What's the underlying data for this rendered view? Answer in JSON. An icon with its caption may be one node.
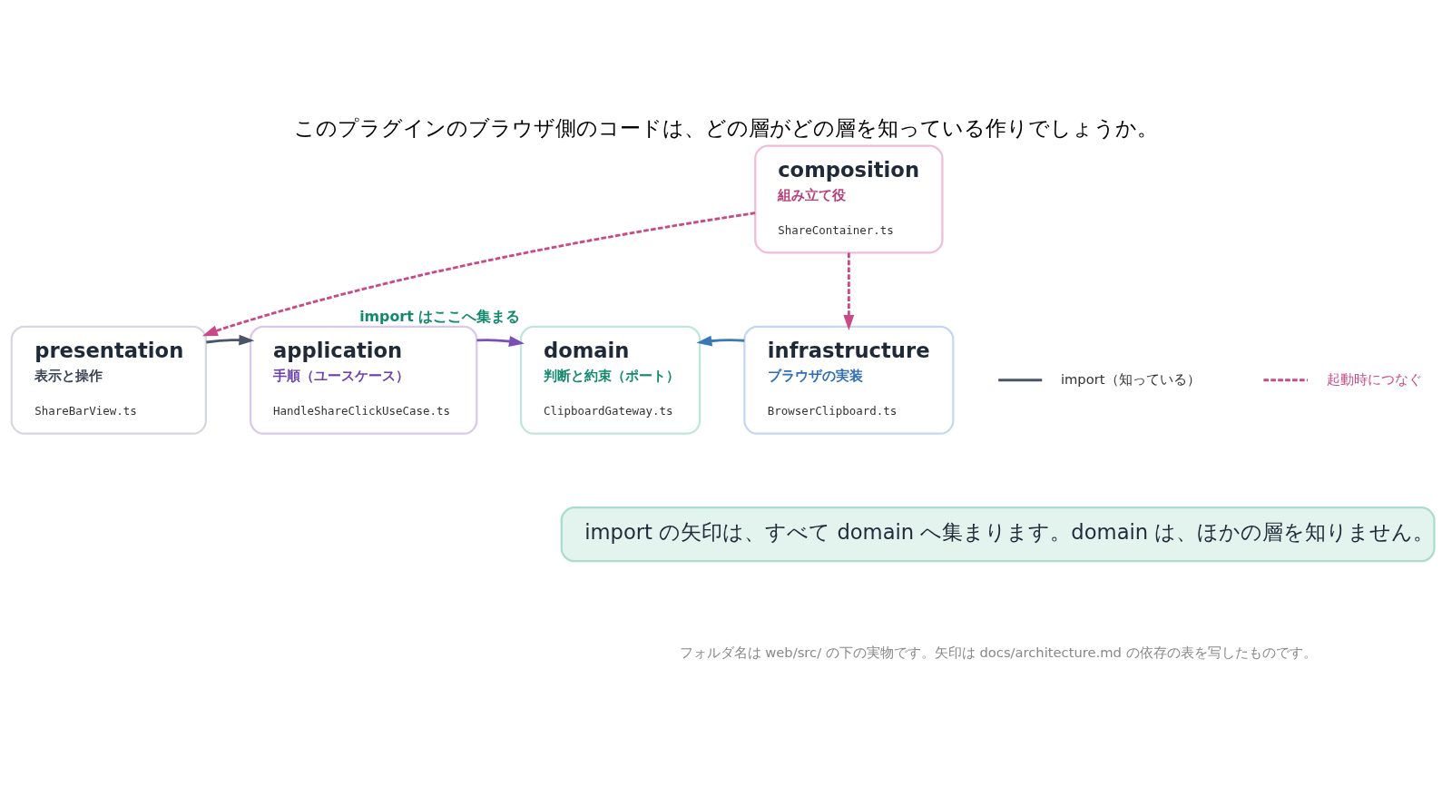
{
  "diagram": {
    "title": "このプラグインのブラウザ側のコードは、どの層がどの層を知っている作りでしょうか。",
    "caption": "フォルダ名は web/src/ の下の実物です。矢印は docs/architecture.md の依存の表を写したものです。",
    "nodes": [
      {
        "text": [
          "presentation",
          "表示と操作",
          "ShareBarView.ts"
        ]
      },
      {
        "text": [
          "application",
          "手順（ユースケース）",
          "HandleShareClickUseCase.ts"
        ]
      },
      {
        "text": [
          "domain",
          "判断と約束（ポート）",
          "ClipboardGateway.ts"
        ],
        "beside": [
          "import はここへ集まる"
        ]
      },
      {
        "text": [
          "infrastructure",
          "ブラウザの実装",
          "BrowserClipboard.ts"
        ]
      },
      {
        "text": [
          "composition",
          "組み立て役",
          "ShareContainer.ts"
        ]
      },
      {
        "text": [
          "import の矢印は、すべて domain へ集まります。domain は、ほかの層を知りません。"
        ]
      }
    ],
    "edges": [
      {
        "from": 0,
        "to": 1,
        "arrow": "to",
        "color": "#4a5568"
      },
      {
        "from": 1,
        "to": 2,
        "arrow": "to",
        "color": "#7b4fb8"
      },
      {
        "from": 3,
        "to": 2,
        "arrow": "to",
        "color": "#3a78b8"
      },
      {
        "from": 4,
        "to": 0,
        "arrow": "to",
        "style": "dashed",
        "color": "#c94a86"
      },
      {
        "from": 4,
        "to": 3,
        "arrow": "to",
        "style": "dashed",
        "color": "#c94a86"
      }
    ],
    "legend": [
      {
        "text": "import（知っている）"
      },
      {
        "text": "起動時につなぐ"
      }
    ]
  }
}
